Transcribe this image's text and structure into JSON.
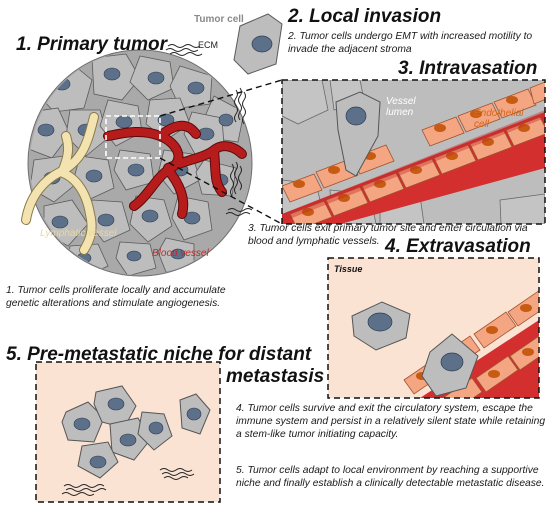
{
  "stages": {
    "primary_tumor": {
      "title": "1. Primary tumor",
      "description": "1. Tumor cells proliferate locally and accumulate genetic alterations and stimulate angiogenesis."
    },
    "local_invasion": {
      "title": "2. Local invasion",
      "description": "2. Tumor cells undergo EMT with increased motility to invade the adjacent stroma"
    },
    "intravasation": {
      "title": "3. Intravasation",
      "description": "3. Tumor cells exit primary tumor site and enter circulation via blood and lymphatic vessels."
    },
    "extravasation": {
      "title": "4. Extravasation",
      "description": "4. Tumor cells survive and exit the circulatory system, escape the immune system and persist in a relatively silent state while retaining a stem-like tumor initiating capacity."
    },
    "niche": {
      "title_line1": "5. Pre-metastatic niche for distant",
      "title_line2": "metastasis",
      "description": "5. Tumor cells adapt to local environment by reaching a supportive niche and finally establish a clinically detectable metastatic disease."
    }
  },
  "labels": {
    "tumor_cell": "Tumor cell",
    "ecm": "ECM",
    "vessel_lumen": "Vessel lumen",
    "endothelial_cell": "Endothelial cell",
    "lymphatic_vessel": "Lymphatic vessel",
    "blood_vessel": "Blood vessel",
    "tissue": "Tissue"
  },
  "colors": {
    "tumor_cell_fill": "#b9b9b9",
    "nucleus_fill": "#5d7089",
    "blood_vessel": "#b71c1c",
    "lymphatic_vessel": "#f3e3b0",
    "endothelial_cell": "#f4a582",
    "endothelial_nucleus": "#c75b12",
    "tissue_background": "#fbe3d4"
  }
}
